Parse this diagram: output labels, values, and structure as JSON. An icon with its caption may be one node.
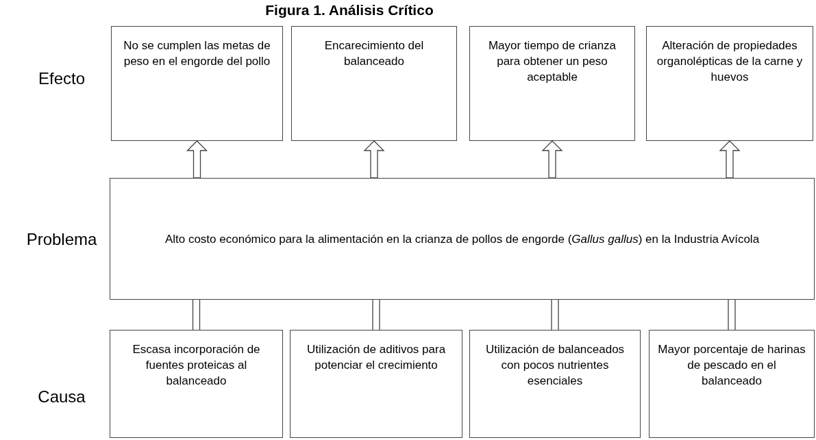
{
  "diagram": {
    "title": "Figura 1. Análisis Crítico",
    "nodes": [
      {
        "text": [
          "No se cumplen las metas de peso en el engorde del pollo"
        ]
      },
      {
        "text": [
          "Encarecimiento del balanceado"
        ]
      },
      {
        "text": [
          "Mayor tiempo de crianza para obtener un peso aceptable"
        ]
      },
      {
        "text": [
          "Alteración de propiedades organolépticas de la carne y huevos"
        ]
      },
      {
        "text": [
          "Alto costo económico para la alimentación en la crianza de pollos de engorde (*Gallus gallus*) en la Industria Avícola"
        ]
      },
      {
        "text": [
          "Escasa incorporación de fuentes proteicas al balanceado"
        ]
      },
      {
        "text": [
          "Utilización de aditivos para potenciar el crecimiento"
        ]
      },
      {
        "text": [
          "Utilización de balanceados con pocos nutrientes esenciales"
        ]
      },
      {
        "text": [
          "Mayor porcentaje de harinas de pescado en el balanceado"
        ]
      }
    ],
    "edges": [
      {
        "from": 4,
        "to": 0,
        "arrow": "to"
      },
      {
        "from": 4,
        "to": 1,
        "arrow": "to"
      },
      {
        "from": 4,
        "to": 2,
        "arrow": "to"
      },
      {
        "from": 4,
        "to": 3,
        "arrow": "to"
      },
      {
        "from": 5,
        "to": 4,
        "arrow": "none"
      },
      {
        "from": 6,
        "to": 4,
        "arrow": "none"
      },
      {
        "from": 7,
        "to": 4,
        "arrow": "none"
      },
      {
        "from": 8,
        "to": 4,
        "arrow": "none"
      }
    ],
    "labels": [
      "Efecto",
      "Problema",
      "Causa"
    ]
  }
}
